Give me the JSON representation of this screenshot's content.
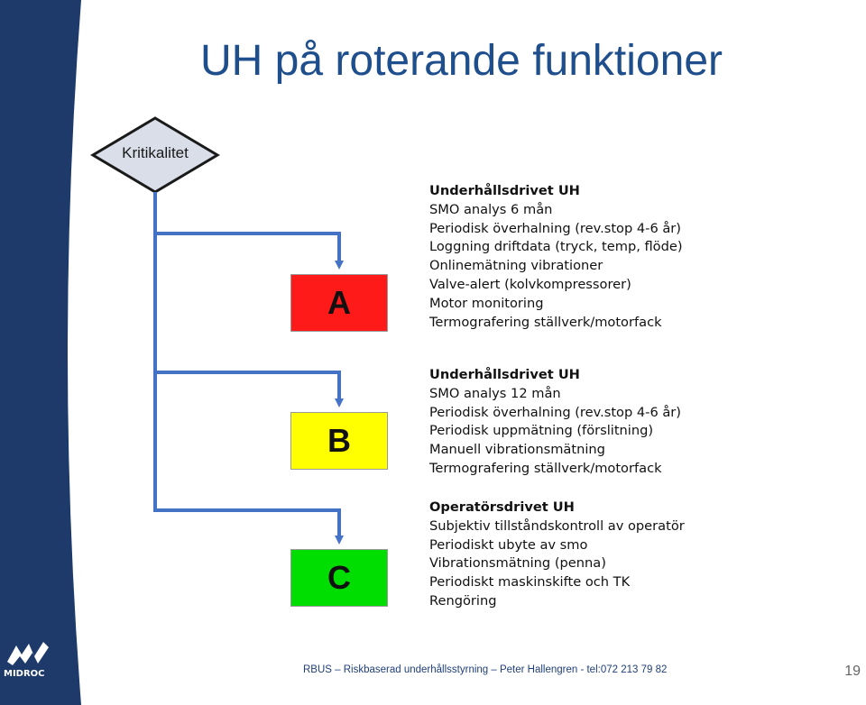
{
  "slide": {
    "title": "UH på roterande funktioner",
    "criticality_label": "Kritikalitet",
    "categories": [
      {
        "letter": "A",
        "color": "#ff1a1a",
        "heading": "Underhållsdrivet UH",
        "lines": [
          "SMO analys 6 mån",
          "Periodisk överhalning (rev.stop 4-6 år)",
          "Loggning driftdata (tryck, temp, flöde)",
          "Onlinemätning vibrationer",
          "Valve-alert (kolvkompressorer)",
          "Motor monitoring",
          "Termografering ställverk/motorfack"
        ]
      },
      {
        "letter": "B",
        "color": "#ffff00",
        "heading": "Underhållsdrivet UH",
        "lines": [
          "SMO analys 12 mån",
          "Periodisk överhalning (rev.stop 4-6 år)",
          "Periodisk uppmätning (förslitning)",
          "Manuell vibrationsmätning",
          "Termografering ställverk/motorfack"
        ]
      },
      {
        "letter": "C",
        "color": "#00dd00",
        "heading": "Operatörsdrivet UH",
        "lines": [
          "Subjektiv tillståndskontroll av operatör",
          "Periodiskt ubyte av smo",
          "Vibrationsmätning (penna)",
          "Periodiskt maskinskifte och TK",
          "Rengöring"
        ]
      }
    ],
    "footer": "RBUS – Riskbaserad underhållsstyrning – Peter Hallengren - tel:072 213 79 82",
    "page_number": "19",
    "logo_text": "MIDROC"
  }
}
